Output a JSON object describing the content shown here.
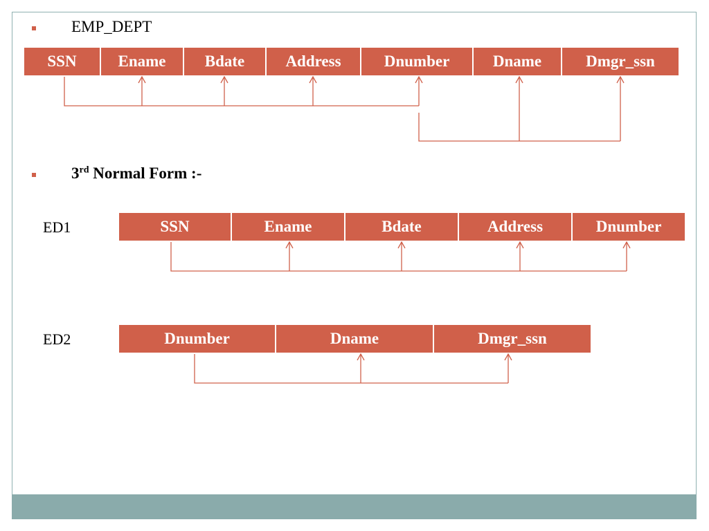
{
  "section1": {
    "title": "EMP_DEPT"
  },
  "section2": {
    "title_number": "3",
    "title_suffix": "rd",
    "title_rest": " Normal Form :-"
  },
  "emp_dept": {
    "columns": [
      "SSN",
      "Ename",
      "Bdate",
      "Address",
      "Dnumber",
      "Dname",
      "Dmgr_ssn"
    ]
  },
  "ed1": {
    "label": "ED1",
    "columns": [
      "SSN",
      "Ename",
      "Bdate",
      "Address",
      "Dnumber"
    ]
  },
  "ed2": {
    "label": "ED2",
    "columns": [
      "Dnumber",
      "Dname",
      "Dmgr_ssn"
    ]
  },
  "colors": {
    "accent": "#d0604a",
    "footer": "#8aabab",
    "frame": "#8fb0b0"
  }
}
